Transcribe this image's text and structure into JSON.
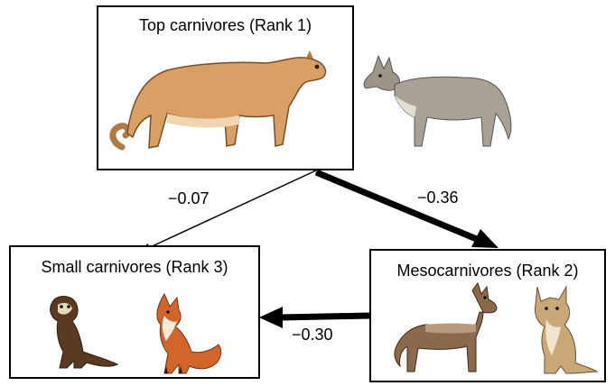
{
  "nodes": {
    "top": {
      "title": "Top carnivores (Rank 1)",
      "animals": [
        "cougar",
        "gray wolf"
      ]
    },
    "small": {
      "title": "Small carnivores (Rank 3)",
      "animals": [
        "marten",
        "red fox"
      ]
    },
    "meso": {
      "title": "Mesocarnivores (Rank 2)",
      "animals": [
        "coyote",
        "bobcat"
      ]
    }
  },
  "edges": [
    {
      "from": "top",
      "to": "small",
      "label": "−0.07",
      "weight": "thin"
    },
    {
      "from": "top",
      "to": "meso",
      "label": "−0.36",
      "weight": "thick"
    },
    {
      "from": "meso",
      "to": "small",
      "label": "−0.30",
      "weight": "thick"
    }
  ],
  "colors": {
    "stroke": "#000000",
    "background": "#ffffff"
  }
}
